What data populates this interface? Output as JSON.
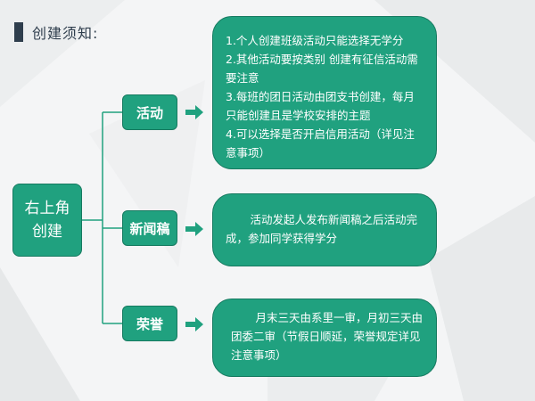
{
  "title": "创建须知:",
  "root_node": {
    "line1": "右上角",
    "line2": "创建"
  },
  "categories": [
    {
      "label": "活动"
    },
    {
      "label": "新闻稿"
    },
    {
      "label": "荣誉"
    }
  ],
  "descriptions": {
    "activity": [
      "1.个人创建班级活动只能选择无学分",
      "2.其他活动要按类别 创建有征信活动需要注意",
      "3.每班的团日活动由团支书创建，每月只能创建且是学校安排的主题",
      "4.可以选择是否开启信用活动（详见注意事项）"
    ],
    "news": "活动发起人发布新闻稿之后活动完成，参加同学获得学分",
    "honor": "月末三天由系里一审，月初三天由团委二审（节假日顺延，荣誉规定详见注意事项）"
  },
  "colors": {
    "box": "#20a17f",
    "box_border": "#167a60",
    "line": "#20a17f",
    "title_mark": "#2f3e4d"
  }
}
